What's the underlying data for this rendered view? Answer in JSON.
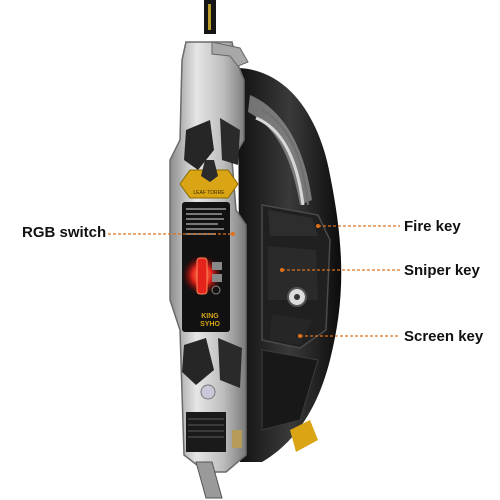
{
  "callouts": {
    "rgb_switch": "RGB switch",
    "fire_key": "Fire key",
    "sniper_key": "Sniper key",
    "screen_key": "Screen key"
  },
  "product": {
    "badge_text": "LEAF TORRE",
    "brand_lines": [
      "KING",
      "SYHO"
    ]
  },
  "colors": {
    "callout_line": "#e0701a",
    "body_silver": "#c9c9c9",
    "body_dark": "#1e1e1e",
    "gold": "#d9a514",
    "red_led": "#e4231c"
  }
}
